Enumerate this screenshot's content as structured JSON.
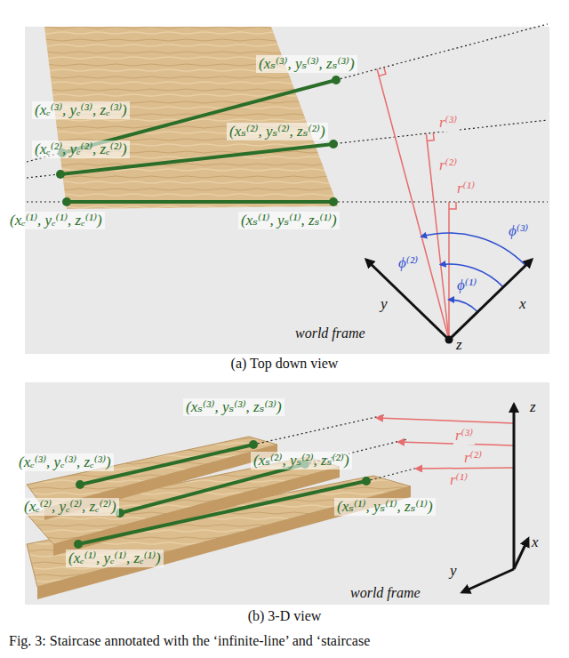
{
  "diagram": {
    "caption": "Fig. 3: Staircase annotated with the ‘infinite-line’ and ‘staircase",
    "labels": [
      "(xₛ⁽³⁾, yₛ⁽³⁾, zₛ⁽³⁾)",
      "(xₑ⁽³⁾, yₑ⁽³⁾, zₑ⁽³⁾)",
      "(xₛ⁽²⁾, yₛ⁽²⁾, zₛ⁽²⁾)",
      "(xₑ⁽²⁾, yₑ⁽²⁾, zₑ⁽²⁾)",
      "r⁽³⁾",
      "r⁽²⁾",
      "r⁽¹⁾",
      "(xₑ⁽¹⁾, yₑ⁽¹⁾, zₑ⁽¹⁾)",
      "(xₛ⁽¹⁾, yₛ⁽¹⁾, zₛ⁽¹⁾)",
      "ϕ⁽²⁾",
      "ϕ⁽³⁾",
      "ϕ⁽¹⁾",
      "y",
      "x",
      "world frame",
      "z",
      "(a) Top down view",
      "(xₛ⁽³⁾, yₛ⁽³⁾, zₛ⁽³⁾)",
      "z",
      "r⁽³⁾",
      "(xₑ⁽³⁾, yₑ⁽³⁾, zₑ⁽³⁾)",
      "(xₛ⁽²⁾, yₛ⁽²⁾, zₛ⁽²⁾)",
      "r⁽²⁾",
      "r⁽¹⁾",
      "(xₑ⁽²⁾, yₑ⁽²⁾, zₑ⁽²⁾)",
      "(xₛ⁽¹⁾, yₛ⁽¹⁾, zₛ⁽¹⁾)",
      "x",
      "y",
      "(xₑ⁽¹⁾, yₑ⁽¹⁾, zₑ⁽¹⁾)",
      "world frame",
      "(b) 3-D view"
    ]
  }
}
